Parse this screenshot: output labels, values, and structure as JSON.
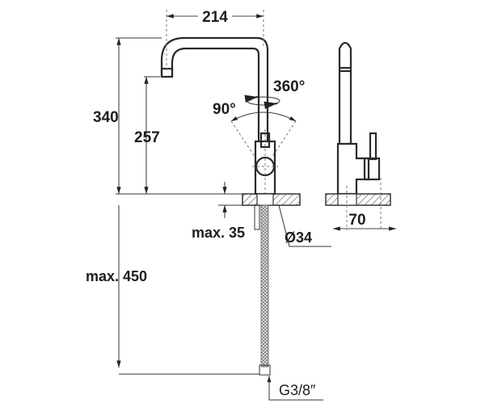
{
  "drawing": {
    "title": "Kitchen faucet technical dimension drawing",
    "dimensions": {
      "spout_reach": "214",
      "total_height": "340",
      "spout_height": "257",
      "swivel_angle": "360°",
      "lever_angle": "90°",
      "max_deck_thickness": "max. 35",
      "hole_diameter": "Ø34",
      "side_depth": "70",
      "hose_length": "max. 450",
      "connection": "G3/8″"
    },
    "colors": {
      "line": "#2a2a2a",
      "background": "#ffffff",
      "hatch": "#555555"
    }
  }
}
